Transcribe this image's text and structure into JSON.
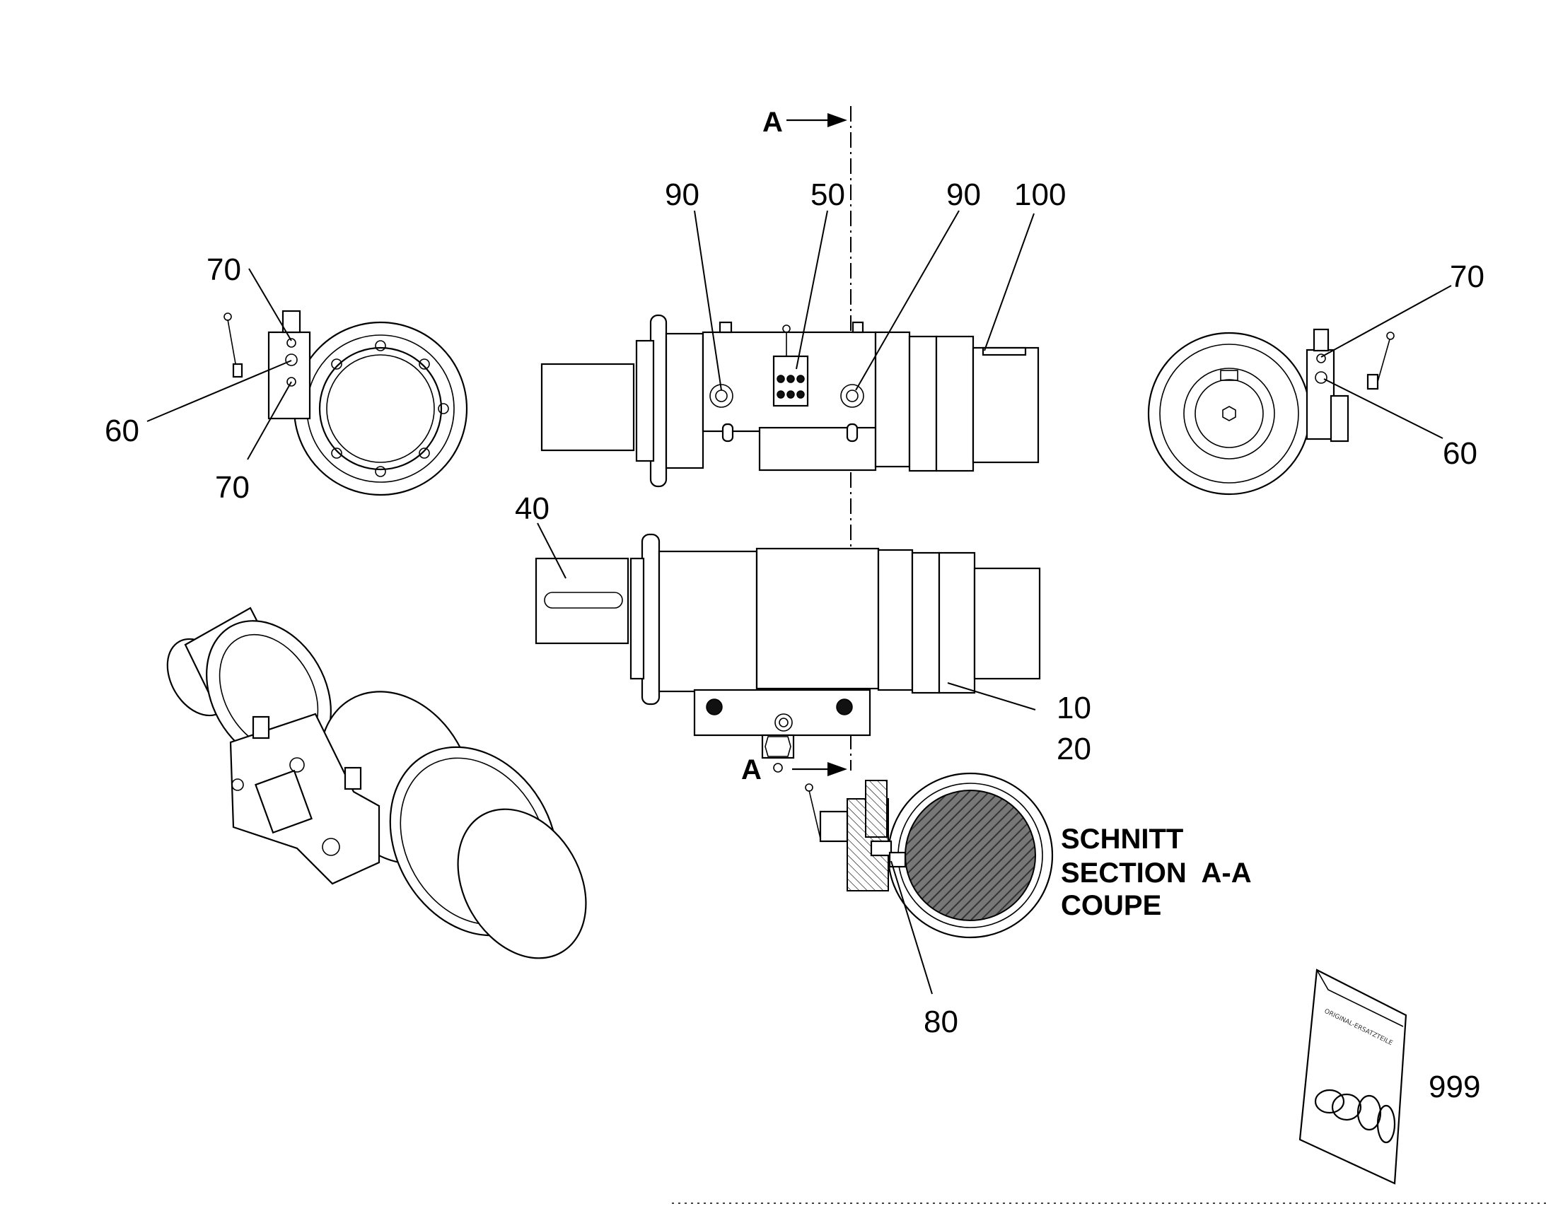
{
  "section_marker": {
    "letter": "A"
  },
  "section_caption": {
    "line1": "SCHNITT",
    "line2": "SECTION  A-A",
    "line3": "COUPE"
  },
  "callouts": {
    "c90_left": "90",
    "c50": "50",
    "c90_right": "90",
    "c100": "100",
    "c70_left_top": "70",
    "c60_left": "60",
    "c70_left_bottom": "70",
    "c70_right": "70",
    "c60_right": "60",
    "c40": "40",
    "c10": "10",
    "c20": "20",
    "c80": "80",
    "c999": "999"
  },
  "kit_bag_label": "ORIGINAL-ERSATZTEILE"
}
